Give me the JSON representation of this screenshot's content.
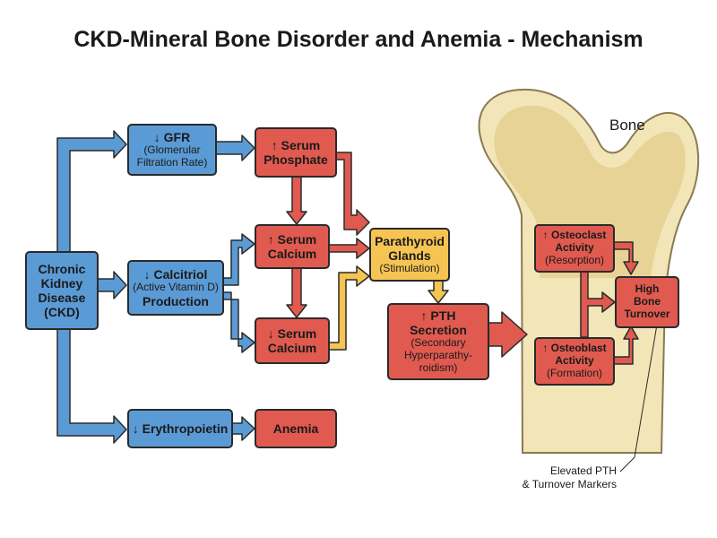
{
  "title": "CKD-Mineral Bone Disorder and Anemia - Mechanism",
  "bone_label": "Bone",
  "nodes": {
    "ckd": {
      "line1": "Chronic",
      "line2": "Kidney",
      "line3": "Disease",
      "line4": "(CKD)"
    },
    "gfr": {
      "title": "↓ GFR",
      "sub1": "(Glomerular",
      "sub2": "Filtration Rate)"
    },
    "calcitriol": {
      "title": "↓ Calcitriol",
      "sub": "(Active Vitamin D)",
      "title2": "Production"
    },
    "epo": {
      "title": "↓ Erythropoietin"
    },
    "phosphate": {
      "line1": "↑ Serum",
      "line2": "Phosphate"
    },
    "calcium_up": {
      "line1": "↑ Serum",
      "line2": "Calcium"
    },
    "calcium_down": {
      "line1": "↓ Serum",
      "line2": "Calcium"
    },
    "anemia": {
      "title": "Anemia"
    },
    "parathyroid": {
      "line1": "Parathyroid",
      "line2": "Glands",
      "sub": "(Stimulation)"
    },
    "pth": {
      "line1": "↑ PTH",
      "line2": "Secretion",
      "sub1": "(Secondary",
      "sub2": "Hyperparathy-",
      "sub3": "roidism)"
    },
    "osteoclast": {
      "line1": "↑ Osteoclast",
      "line2": "Activity",
      "sub": "(Resorption)"
    },
    "osteoblast": {
      "line1": "↑ Osteoblast",
      "line2": "Activity",
      "sub": "(Formation)"
    },
    "turnover": {
      "line1": "High",
      "line2": "Bone",
      "line3": "Turnover"
    }
  },
  "annotation": {
    "line1": "Elevated PTH",
    "line2": "& Turnover Markers"
  },
  "colors": {
    "blue": "#5b9bd5",
    "red": "#e05a50",
    "yellow": "#f6c453",
    "bone_fill": "#f2e6b8",
    "bone_spongy": "#e6cf8f",
    "bone_outline": "#8a7a50"
  }
}
